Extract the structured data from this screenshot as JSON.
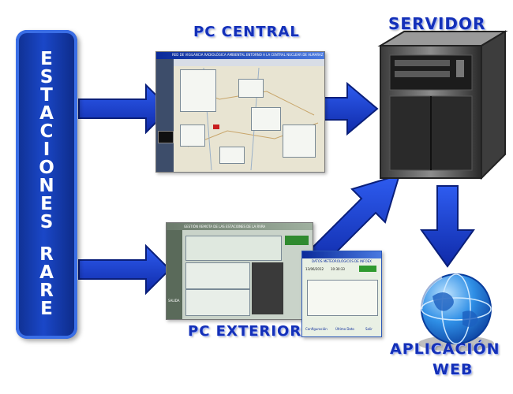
{
  "banner": {
    "letters": [
      "E",
      "S",
      "T",
      "A",
      "C",
      "I",
      "O",
      "N",
      "E",
      "S",
      "",
      "R",
      "A",
      "R",
      "E"
    ],
    "color": "#1a47c8"
  },
  "labels": {
    "pc_central": "PC CENTRAL",
    "pc_exterior": "PC EXTERIOR",
    "servidor": "SERVIDOR",
    "aplicacion_line1": "APLICACIÓN",
    "aplicacion_line2": "WEB"
  },
  "pc_central_screen": {
    "header": "RED DE VIGILANCIA RADIOLÓGICA AMBIENTAL ENTORNO A LA CENTRAL NUCLEAR DE ALMARAZ"
  },
  "pc_exterior_screen": {
    "header": "GESTIÓN REMOTA DE LAS ESTACIONES DE LA RVRA",
    "side_label": "SALIDA"
  },
  "meteo_window": {
    "header": "DATOS METEOROLÓGICOS DE INFOEX",
    "date": "13/06/2012",
    "time": "10:30:33",
    "footer_left": "Configuración",
    "footer_mid": "Último Dato",
    "footer_right": "Salir"
  },
  "colors": {
    "arrow_fill": "#1436c8",
    "arrow_stroke": "#0a1f7a",
    "title_color": "#1430b8"
  },
  "icons": [
    "server-tower-icon",
    "globe-icon"
  ]
}
